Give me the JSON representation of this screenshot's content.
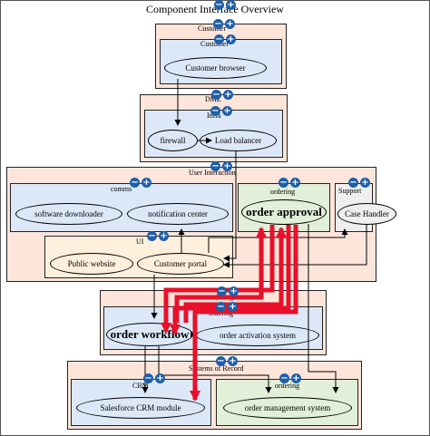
{
  "title": "Component Interface Overview",
  "controls": {
    "collapse": "−",
    "expand": "+"
  },
  "clusters": {
    "customer_outer": "Customer",
    "customer_inner": "Customer",
    "dmz_outer": "DMZ",
    "infra": "Infra",
    "user_interaction": "User Interaction",
    "comms": "comms",
    "ordering_top": "ordering",
    "support": "Support",
    "ui": "UI",
    "ordering_mid_outer": "ordering",
    "ordering_mid_inner": "ordering",
    "systems_of_record": "Systems of Record",
    "crm": "CRM",
    "ordering_bottom": "ordering"
  },
  "nodes": {
    "customer_browser": "Customer browser",
    "firewall": "firewall",
    "load_balancer": "Load balancer",
    "software_downloader": "software downloader",
    "notification_center": "notification center",
    "order_approval": "order approval",
    "case_handler": "Case Handler",
    "public_website": "Public website",
    "customer_portal": "Customer portal",
    "order_workflow": "order workflow",
    "order_activation_system": "order activation system",
    "salesforce_crm_module": "Salesforce CRM module",
    "order_management_system": "order management system"
  },
  "colors": {
    "highlight": "#e8102a",
    "edge": "#000000",
    "control": "#1f5fa8"
  }
}
